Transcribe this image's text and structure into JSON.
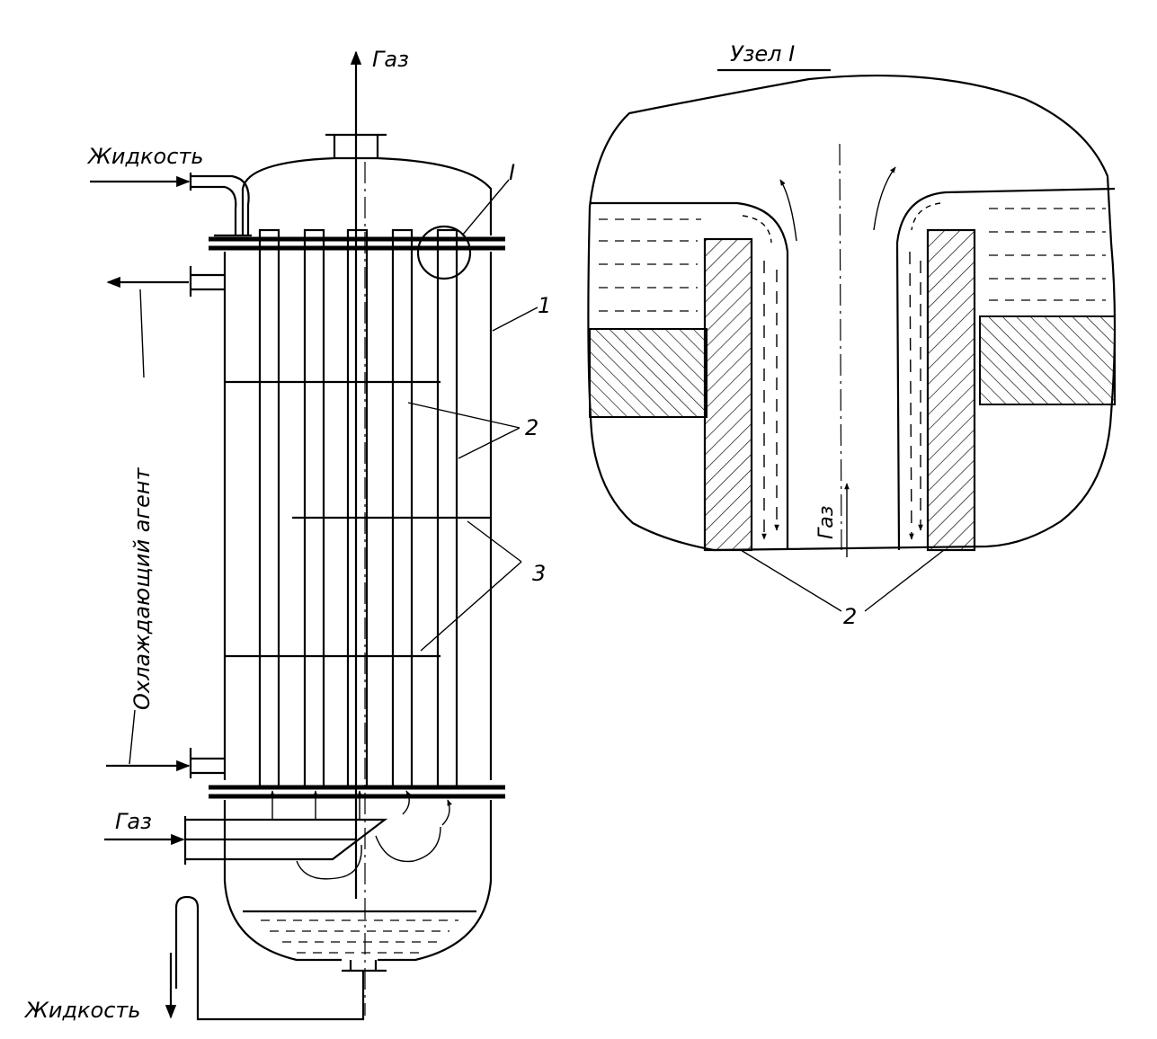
{
  "labels": {
    "gas_top": "Газ",
    "liquid_top": "Жидкость",
    "detail_mark": "I",
    "shell_num": "1",
    "tubes_num": "2",
    "baffles_num": "3",
    "coolant": "Охлаждающий агент",
    "gas_inlet": "Газ",
    "liquid_out": "Жидкость",
    "detail_title": "Узел I",
    "detail_gas": "Газ",
    "detail_tubes_num": "2"
  }
}
